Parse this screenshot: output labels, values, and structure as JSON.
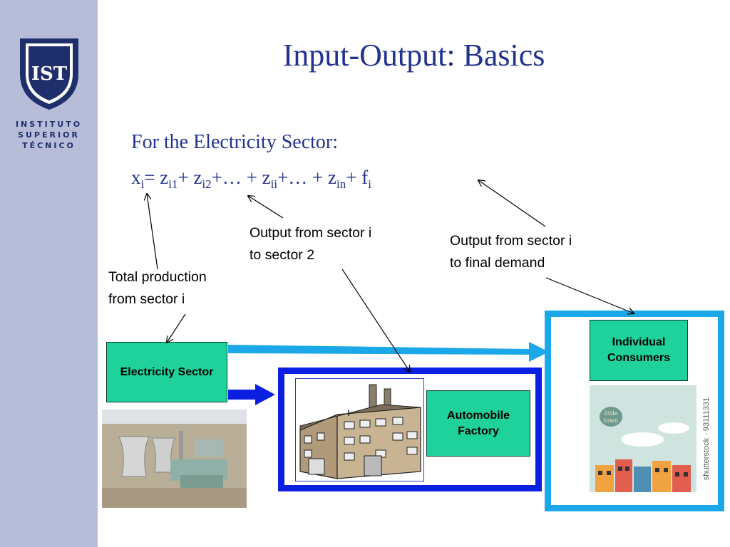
{
  "sidebar": {
    "logo_text": "IST",
    "institution_lines": [
      "INSTITUTO",
      "SUPERIOR",
      "TÉCNICO"
    ]
  },
  "slide": {
    "title": "Input-Output: Basics",
    "subtitle": "For the Electricity Sector:",
    "formula": {
      "x": "x",
      "x_sub": "i",
      "eq_z1": "= z",
      "z1_sub": "i1",
      "plus_z2": "+ z",
      "z2_sub": "i2",
      "dots_z_ii": "+… + z",
      "z_ii_sub": "ii",
      "dots_z_in": "+… + z",
      "z_in_sub": "in",
      "plus_f": "+ f",
      "f_sub": "i"
    }
  },
  "annotations": {
    "total_production": [
      "Total production",
      "from sector i"
    ],
    "output_sector2": [
      "Output from sector i",
      "to sector 2"
    ],
    "output_final": [
      "Output from sector i",
      "to final demand"
    ]
  },
  "boxes": {
    "electricity": "Electricity Sector",
    "automobile": [
      "Automobile",
      "Factory"
    ],
    "consumers": [
      "Individual",
      "Consumers"
    ]
  },
  "images": {
    "stock_watermark": "shutterstock · 93111331",
    "town_sign": [
      "little",
      "town"
    ]
  },
  "colors": {
    "title": "#22328f",
    "sidebar": "#b7bcd9",
    "box_green": "#1fd29c",
    "arrow_light_blue": "#1aa8e8",
    "arrow_dark_blue": "#0b1fe0",
    "frame_dark_blue": "#0b1fe0",
    "frame_light_blue": "#1aa8e8"
  }
}
